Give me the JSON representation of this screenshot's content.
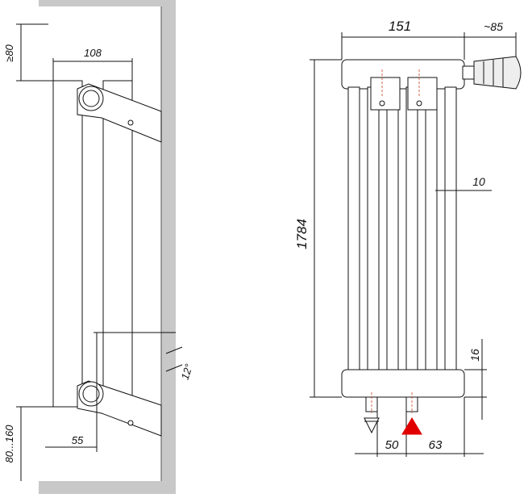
{
  "side_view": {
    "dims": {
      "top_clearance": "≥80",
      "depth": "108",
      "tilt": "12°",
      "bottom_offset": "55",
      "floor_clearance": "80...160"
    }
  },
  "front_view": {
    "dims": {
      "width": "151",
      "valve_length": "~85",
      "height": "1784",
      "tube_gap": "10",
      "bottom_collector": "16",
      "inlet_offset": "50",
      "outlet_offset": "63"
    }
  },
  "colors": {
    "wall_gray": "#c8c8c8",
    "line": "#111111",
    "outlet_arrow": "#e00000",
    "pipe_accent": "#d04020"
  }
}
